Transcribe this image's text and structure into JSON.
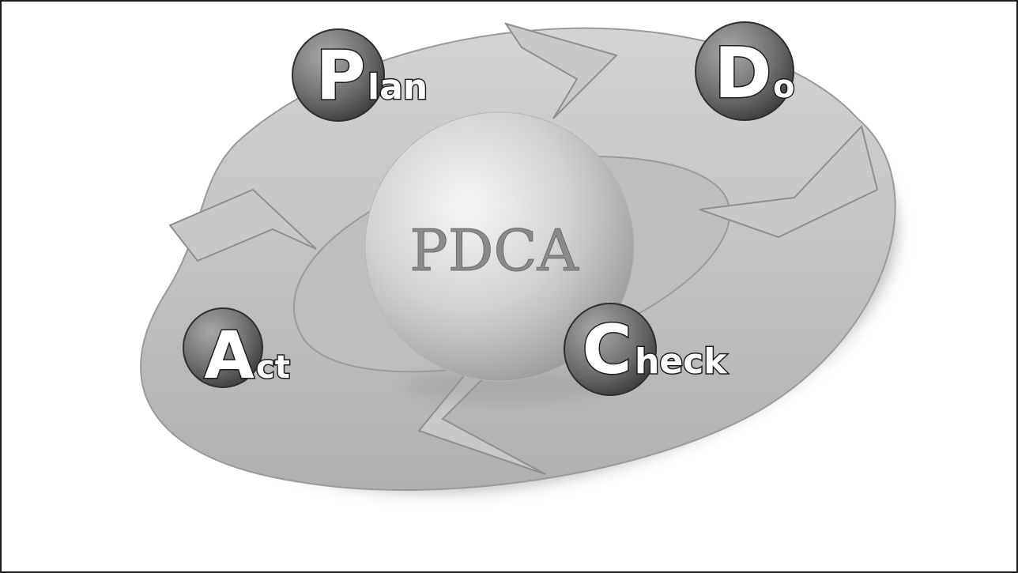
{
  "diagram": {
    "center_label": "PDCA",
    "stages": [
      {
        "key": "plan",
        "initial": "P",
        "rest": "lan"
      },
      {
        "key": "do",
        "initial": "D",
        "rest": "o"
      },
      {
        "key": "check",
        "initial": "C",
        "rest": "heck"
      },
      {
        "key": "act",
        "initial": "A",
        "rest": "ct"
      }
    ]
  },
  "colors": {
    "arrow_fill": "#c4c4c4",
    "arrow_shadow": "#9a9a9a",
    "badge_fill": "#7a7a7a",
    "badge_dark": "#3a3a3a",
    "letter_fill": "#ffffff",
    "center_text": "#8a8a8a"
  }
}
